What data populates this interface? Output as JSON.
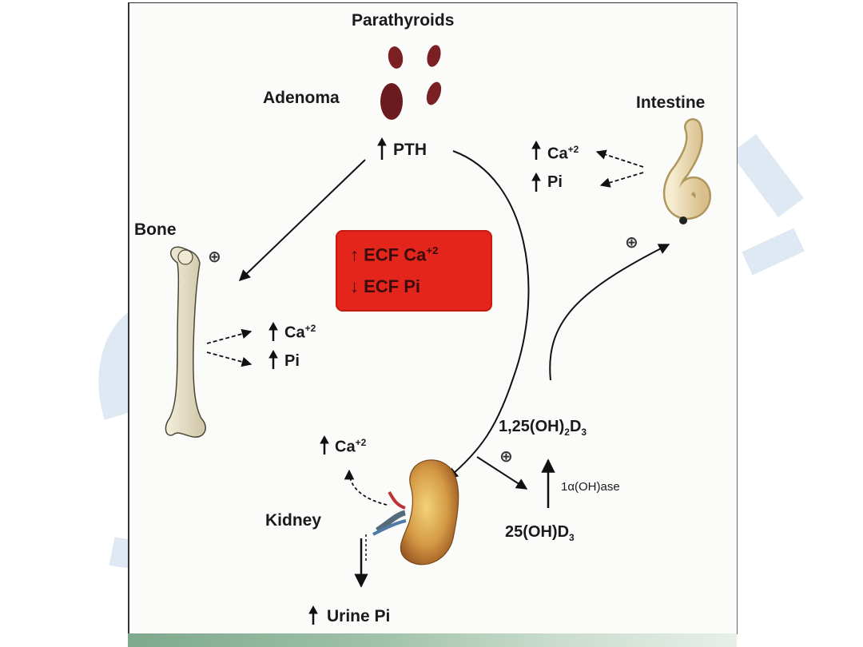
{
  "labels": {
    "parathyroids": "Parathyroids",
    "adenoma": "Adenoma",
    "pth": "PTH",
    "intestine": "Intestine",
    "bone": "Bone",
    "kidney": "Kidney",
    "urine_pi": "Urine Pi",
    "d3_active_main": "1,25(OH)",
    "d3_active_sub": "2",
    "d3_active_end": "D",
    "d3_active_end_sub": "3",
    "d3_precursor_main": "25(OH)D",
    "d3_precursor_sub": "3",
    "hydroxylase_prefix": "1",
    "hydroxylase_alpha": "α",
    "hydroxylase_suffix": "(OH)ase"
  },
  "intestine_outputs": [
    {
      "name": "Ca",
      "sup": "+2"
    },
    {
      "name": "Pi",
      "sup": ""
    }
  ],
  "bone_outputs": [
    {
      "name": "Ca",
      "sup": "+2"
    },
    {
      "name": "Pi",
      "sup": ""
    }
  ],
  "kidney_output": {
    "name": "Ca",
    "sup": "+2"
  },
  "ecf_box": {
    "line1": "ECF Ca",
    "line1_sup": "+2",
    "line2": "ECF Pi",
    "color": "#e3251b"
  },
  "symbols": {
    "stimulate": "⊕",
    "up_arrow": "↑",
    "down_arrow": "↓"
  }
}
